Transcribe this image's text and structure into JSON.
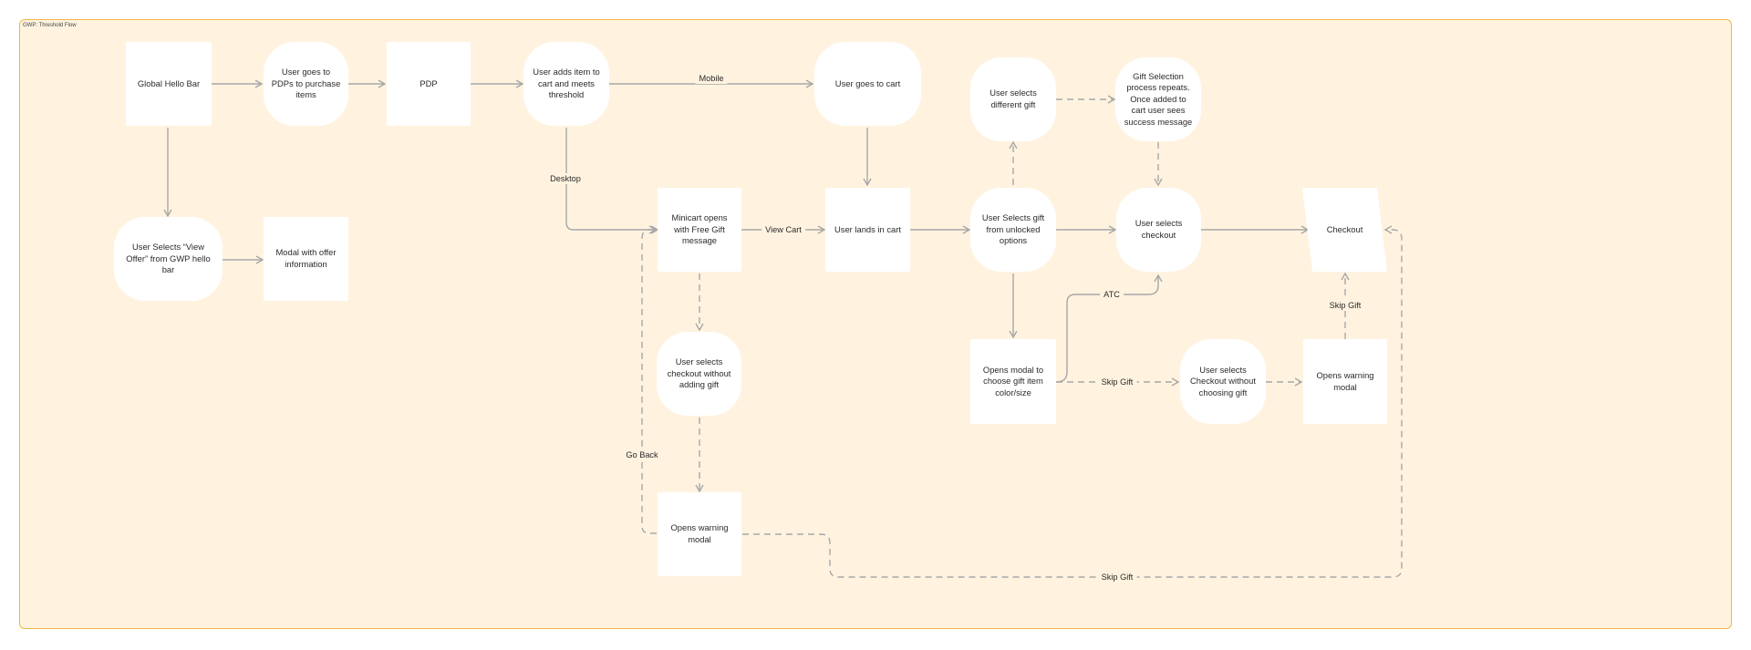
{
  "frame": {
    "title": "GWP: Threshold Flow"
  },
  "nodes": {
    "hello_bar": "Global Hello Bar",
    "goes_to_pdps": "User goes to PDPs to purchase items",
    "pdp": "PDP",
    "adds_item": "User adds item to cart and meets threshold",
    "goes_to_cart": "User goes to cart",
    "selects_different_gift": "User selects different gift",
    "gift_repeats": "Gift Selection process repeats. Once added to cart user sees success message",
    "view_offer": "User Selects “View Offer” from GWP hello bar",
    "modal_offer": "Modal with offer information",
    "minicart": "Minicart opens with Free Gift message",
    "lands_in_cart": "User lands in cart",
    "selects_gift": "User Selects gift from unlocked options",
    "selects_checkout": "User selects checkout",
    "checkout": "Checkout",
    "checkout_without_adding": "User selects checkout without adding gift",
    "opens_modal_color": "Opens modal to choose gift item color/size",
    "checkout_without_choosing": "User selects Checkout without choosing gift",
    "warning_modal_right": "Opens warning modal",
    "warning_modal_bottom": "Opens warning modal"
  },
  "edge_labels": {
    "mobile": "Mobile",
    "desktop": "Desktop",
    "view_cart": "View Cart",
    "atc": "ATC",
    "skip_gift_mid": "Skip Gift",
    "skip_gift_up": "Skip Gift",
    "go_back": "Go Back",
    "skip_gift_bottom": "Skip Gift"
  },
  "colors": {
    "frame_fill": "#fff3e0",
    "frame_border": "#f2b64a",
    "node_fill": "#ffffff",
    "edge": "#a7a7a7"
  }
}
